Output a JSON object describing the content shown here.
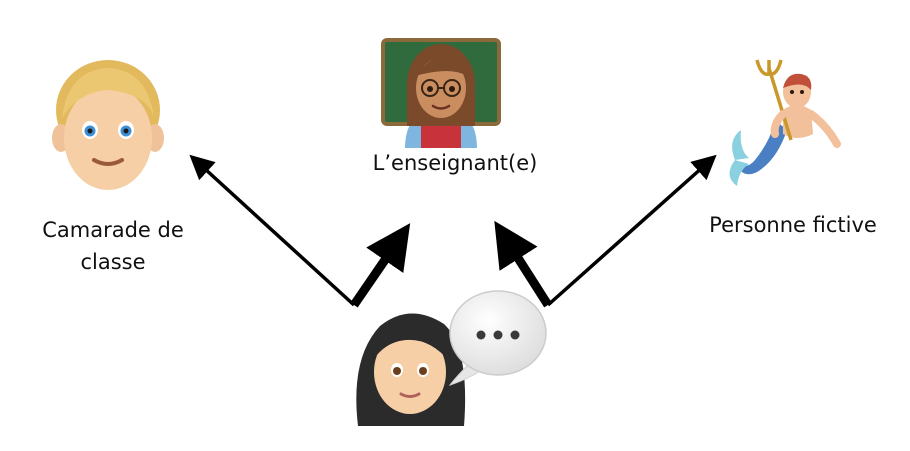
{
  "labels": {
    "teacher": "L’enseignant(e)",
    "classmate_line1": "Camarade de",
    "classmate_line2": "classe",
    "fictional": "Personne fictive"
  },
  "icons": {
    "teacher": "teacher-icon",
    "classmate": "classmate-icon",
    "fictional": "merman-icon",
    "speaker": "speaker-woman-icon",
    "bubble": "speech-bubble-icon"
  },
  "colors": {
    "arrow": "#000000",
    "text": "#111111",
    "skin_light": "#f6cfa6",
    "skin_medium": "#c98d5f",
    "hair_blond": "#e8c46a",
    "hair_brown": "#7a4a2b",
    "hair_black": "#2b2b2b",
    "chalkboard": "#2f6b3c",
    "merman_tail": "#4a7fc4"
  }
}
